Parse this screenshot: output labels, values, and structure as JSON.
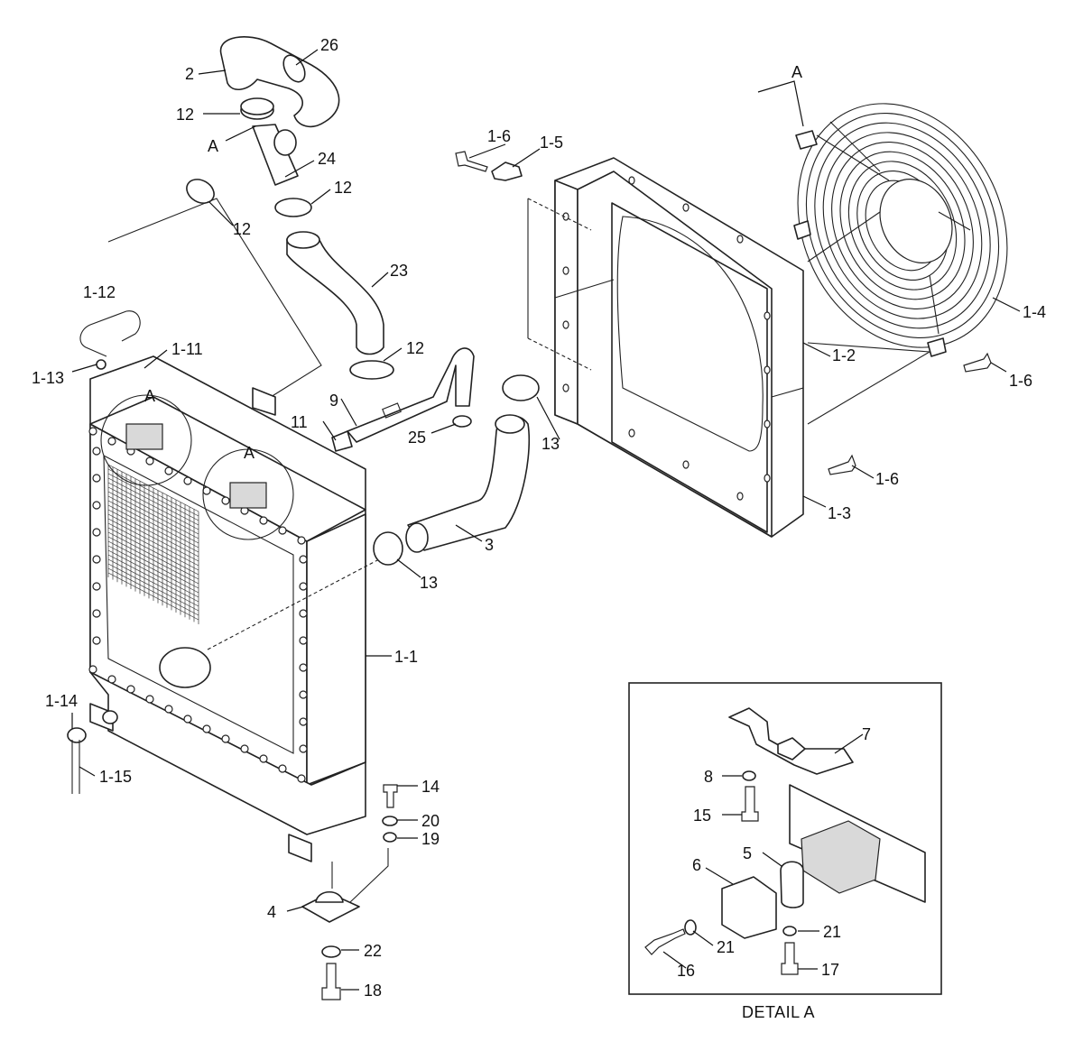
{
  "labels": {
    "l_26": "26",
    "l_2": "2",
    "l_12a": "12",
    "l_a_hose": "A",
    "l_24": "24",
    "l_12b": "12",
    "l_12c": "12",
    "l_23": "23",
    "l_12d": "12",
    "l_1_12": "1-12",
    "l_1_11": "1-11",
    "l_1_13": "1-13",
    "l_a_rad1": "A",
    "l_a_rad2": "A",
    "l_9": "9",
    "l_11": "11",
    "l_25": "25",
    "l_13a": "13",
    "l_3": "3",
    "l_13b": "13",
    "l_1_1": "1-1",
    "l_1_14": "1-14",
    "l_1_15": "1-15",
    "l_14": "14",
    "l_20": "20",
    "l_19": "19",
    "l_4": "4",
    "l_22": "22",
    "l_18": "18",
    "l_1_6a": "1-6",
    "l_1_5": "1-5",
    "l_1_2": "1-2",
    "l_1_6b": "1-6",
    "l_1_3": "1-3",
    "l_a_fan": "A",
    "l_1_4": "1-4",
    "l_1_6c": "1-6",
    "d_7": "7",
    "d_8": "8",
    "d_15": "15",
    "d_5": "5",
    "d_6": "6",
    "d_21a": "21",
    "d_21b": "21",
    "d_16": "16",
    "d_17": "17"
  },
  "detail_caption": "DETAIL A"
}
